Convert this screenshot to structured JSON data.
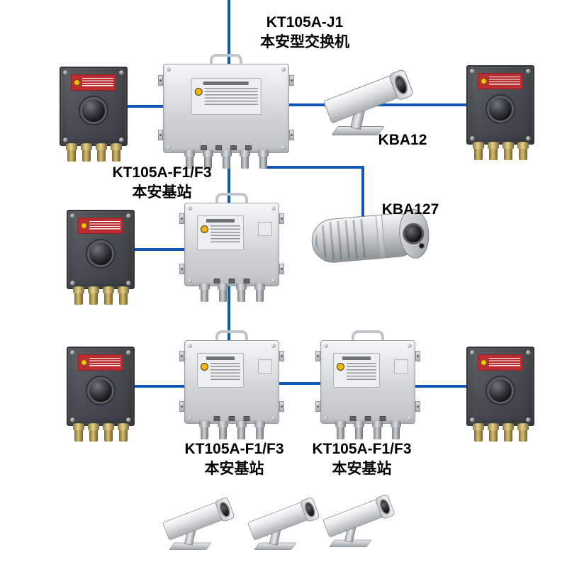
{
  "colors": {
    "wire": "#1157b5",
    "label_text": "#000000"
  },
  "labels": {
    "switch": {
      "model": "KT105A-J1",
      "name": "本安型交换机"
    },
    "base_mid": {
      "model": "KT105A-F1/F3",
      "name": "本安基站"
    },
    "base_bottom_left": {
      "model": "KT105A-F1/F3",
      "name": "本安基站"
    },
    "base_bottom_right": {
      "model": "KT105A-F1/F3",
      "name": "本安基站"
    },
    "camera_kba12": "KBA12",
    "camera_kba127": "KBA127"
  }
}
